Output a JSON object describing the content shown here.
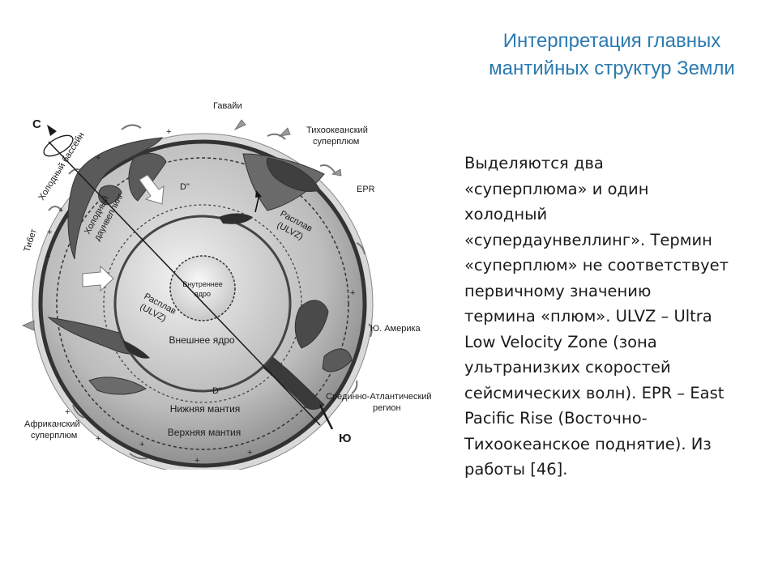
{
  "slide": {
    "title_lines": [
      "Интерпретация главных",
      "мантийных структур Земли"
    ],
    "body_lines": [
      "Выделяются два",
      "«суперплюма» и один",
      "холодный",
      "«супердаунвеллинг». Термин",
      "«суперплюм» не соответствует",
      "первичному значению",
      "термина «плюм». ULVZ – Ultra",
      "Low Velocity Zone (зона",
      "ультранизких скоростей",
      "сейсмических волн). EPR – East",
      "Pacific Rise (Восточно-",
      "Тихоокеанское поднятие). Из",
      "работы [46]."
    ]
  },
  "diagram": {
    "north": "С",
    "south": "Ю",
    "hawaii": "Гавайи",
    "pacific_superplume": [
      "Тихоокеанский",
      "суперплюм"
    ],
    "epr": "EPR",
    "south_america": "Ю. Америка",
    "mid_atlantic": [
      "Срединно-Атлантический",
      "регион"
    ],
    "african_superplume": [
      "Африканский",
      "суперплюм"
    ],
    "tibet": "Тибет",
    "cold_basin": "Холодный бассейн",
    "cold_downwelling": [
      "Холодный",
      "даунвеллинг"
    ],
    "d_top": "D\"",
    "d_bottom": "D\"",
    "melt_right": [
      "Расплав",
      "(ULVZ)"
    ],
    "melt_left": [
      "Расплав",
      "(ULVZ)"
    ],
    "inner_core": [
      "Внутреннее",
      "ядро"
    ],
    "outer_core": "Внешнее ядро",
    "lower_mantle": "Нижняя мантия",
    "upper_mantle": "Верхняя мантия",
    "plus": "+"
  }
}
